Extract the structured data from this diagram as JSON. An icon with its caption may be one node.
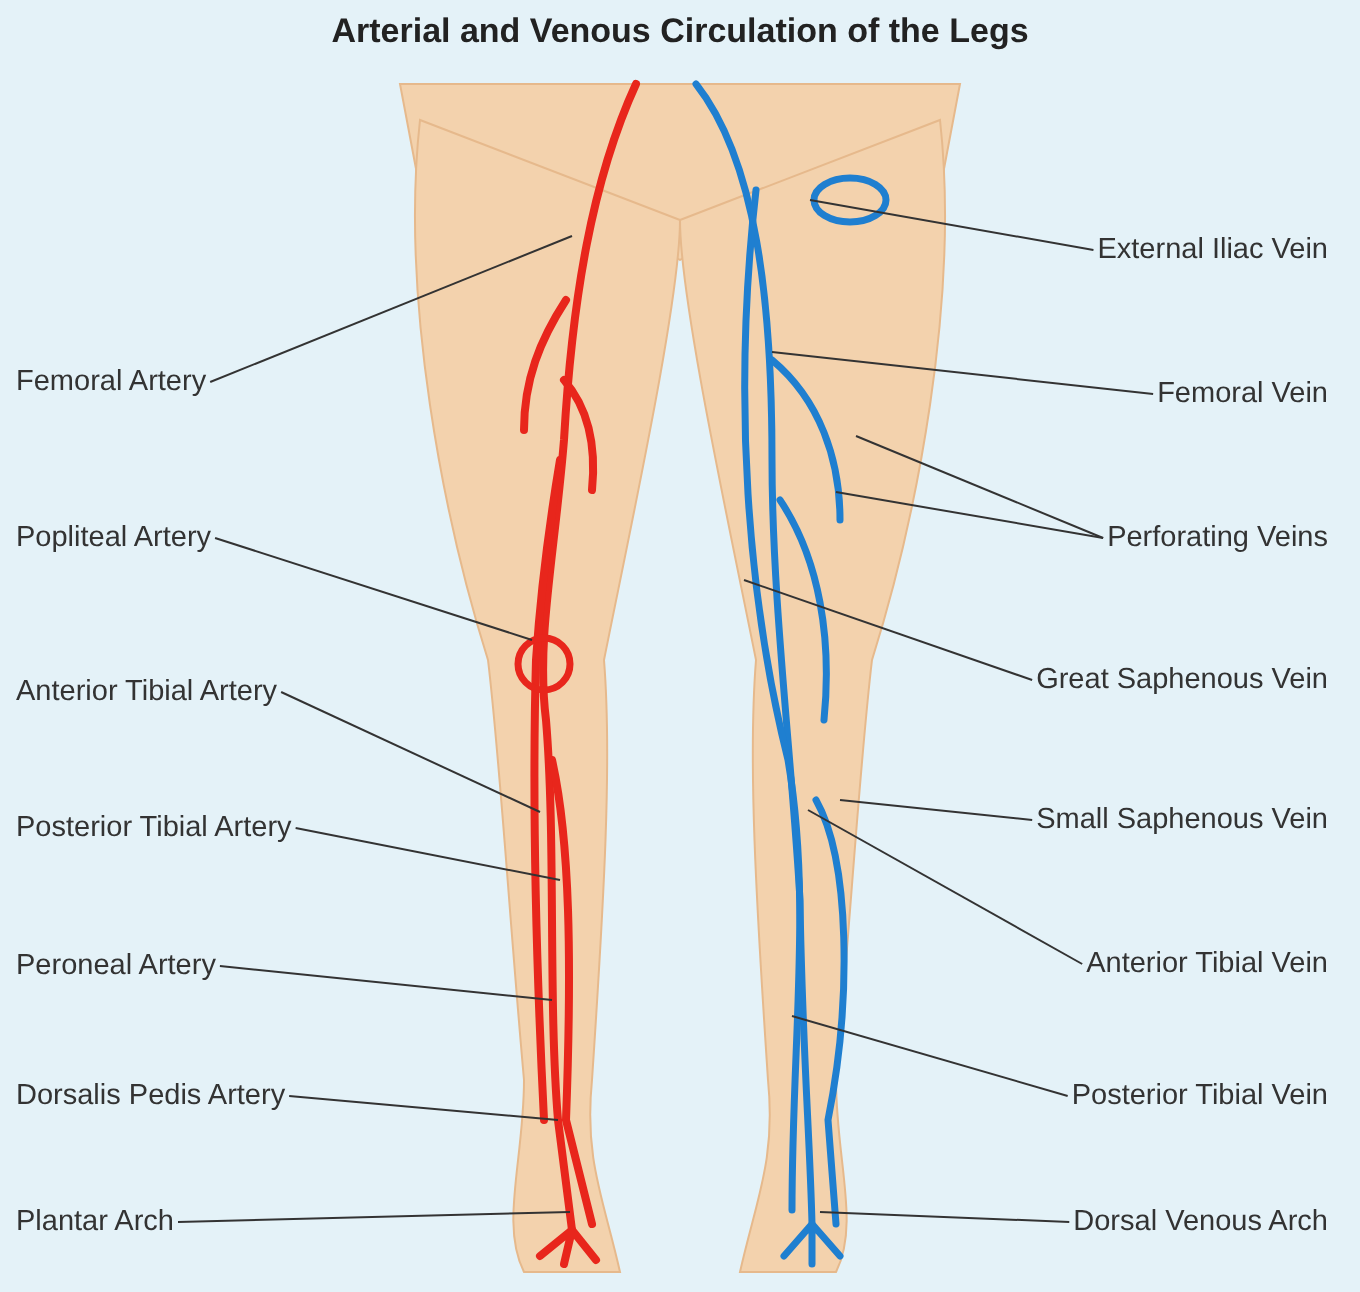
{
  "diagram": {
    "title": "Arterial and Venous Circulation of the Legs",
    "nodes": [
      {
        "text": [
          "Femoral Artery"
        ]
      },
      {
        "text": [
          "Popliteal Artery"
        ]
      },
      {
        "text": [
          "Anterior Tibial Artery"
        ]
      },
      {
        "text": [
          "Posterior Tibial Artery"
        ]
      },
      {
        "text": [
          "Peroneal Artery"
        ]
      },
      {
        "text": [
          "Dorsalis Pedis Artery"
        ]
      },
      {
        "text": [
          "Plantar Arch"
        ]
      },
      {
        "text": [
          "External Iliac Vein"
        ]
      },
      {
        "text": [
          "Femoral Vein"
        ]
      },
      {
        "text": [
          "Perforating Veins"
        ]
      },
      {
        "text": [
          "Great Saphenous Vein"
        ]
      },
      {
        "text": [
          "Small Saphenous Vein"
        ]
      },
      {
        "text": [
          "Anterior Tibial Vein"
        ]
      },
      {
        "text": [
          "Posterior Tibial Vein"
        ]
      },
      {
        "text": [
          "Dorsal Venous Arch"
        ]
      }
    ],
    "edges": [
      {
        "from": 0,
        "to": null,
        "arrow": "none"
      },
      {
        "from": 1,
        "to": null,
        "arrow": "none"
      },
      {
        "from": 2,
        "to": null,
        "arrow": "none"
      },
      {
        "from": 3,
        "to": null,
        "arrow": "none"
      },
      {
        "from": 4,
        "to": null,
        "arrow": "none"
      },
      {
        "from": 5,
        "to": null,
        "arrow": "none"
      },
      {
        "from": 6,
        "to": null,
        "arrow": "none"
      },
      {
        "from": 7,
        "to": null,
        "arrow": "none"
      },
      {
        "from": 8,
        "to": null,
        "arrow": "none"
      },
      {
        "from": 9,
        "to": null,
        "arrow": "none"
      },
      {
        "from": 9,
        "to": null,
        "arrow": "none"
      },
      {
        "from": 10,
        "to": null,
        "arrow": "none"
      },
      {
        "from": 11,
        "to": null,
        "arrow": "none"
      },
      {
        "from": 12,
        "to": null,
        "arrow": "none"
      },
      {
        "from": 13,
        "to": null,
        "arrow": "none"
      },
      {
        "from": 14,
        "to": null,
        "arrow": "none"
      }
    ]
  }
}
